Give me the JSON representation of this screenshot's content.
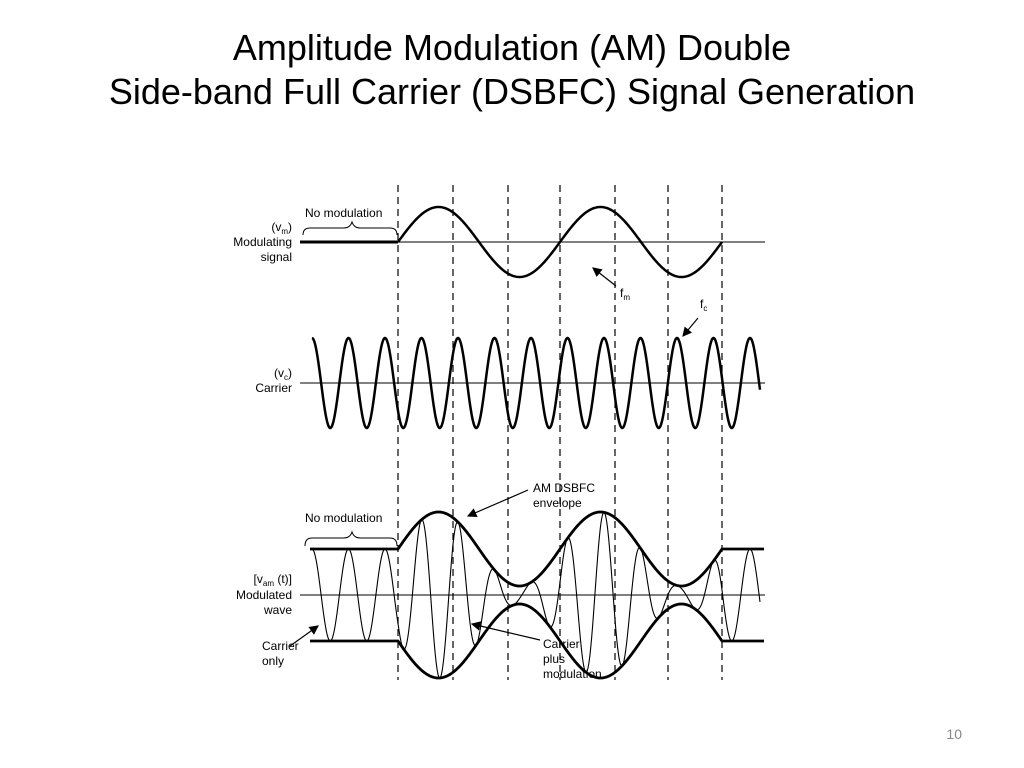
{
  "slide": {
    "title_line1": "Amplitude Modulation (AM) Double",
    "title_line2": "Side-band Full Carrier (DSBFC) Signal Generation",
    "page_number": "10"
  },
  "diagram": {
    "modulating": {
      "no_modulation": "No modulation",
      "symbol": "v",
      "symbol_sub": "m",
      "name_line1": "Modulating",
      "name_line2": "signal",
      "freq_symbol": "f",
      "freq_sub": "m"
    },
    "carrier": {
      "symbol": "v",
      "symbol_sub": "c",
      "name": "Carrier",
      "freq_symbol": "f",
      "freq_sub": "c"
    },
    "modulated": {
      "no_modulation": "No modulation",
      "envelope_line1": "AM DSBFC",
      "envelope_line2": "envelope",
      "symbol_prefix": "[v",
      "symbol_sub": "am",
      "symbol_suffix": " (t)]",
      "name_line1": "Modulated",
      "name_line2": "wave",
      "carrier_only_line1": "Carrier",
      "carrier_only_line2": "only",
      "cpm_line1": "Carrier",
      "cpm_line2": "plus",
      "cpm_line3": "modulation"
    },
    "colors": {
      "ink": "#000000"
    }
  }
}
